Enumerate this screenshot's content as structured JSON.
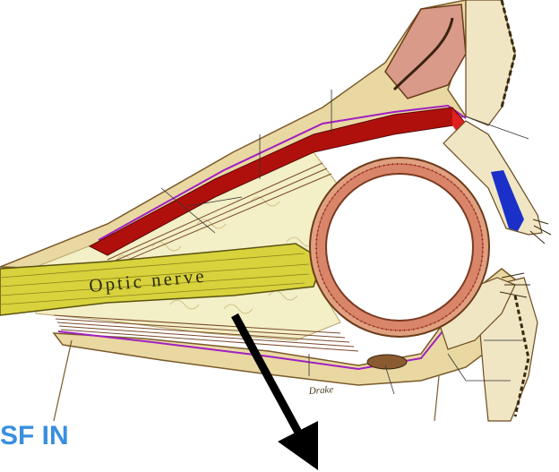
{
  "caption": "SF IN",
  "labels": {
    "optic_nerve": "Optic nerve",
    "artist_signature": "Drake"
  },
  "colors": {
    "bone": "#e9d8a2",
    "bone_outline": "#7a5a2a",
    "fat": "#f3efc6",
    "muscle_red": "#b0100c",
    "nerve": "#d8d23c",
    "periosteum": "#a020c0",
    "eyeball_wall": "#d9856a",
    "levator_blue": "#1a30c8",
    "arrow": "#000000",
    "caption": "#3a8fe0"
  }
}
